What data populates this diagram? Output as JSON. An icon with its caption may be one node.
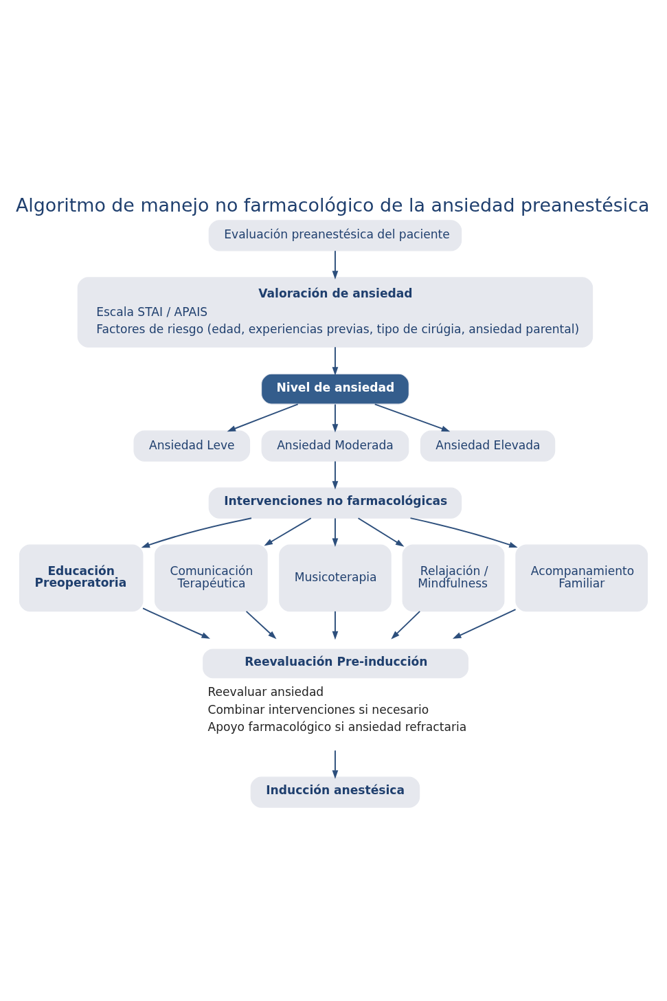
{
  "diagram": {
    "title": "Algoritmo de manejo no farmacológico de la ansiedad preanestésica",
    "nodes": [
      {
        "text": [
          "Evaluación preanestésica del paciente"
        ]
      },
      {
        "text": [
          "Valoración de ansiedad",
          "Escala STAI / APAIS",
          "Factores de riesgo (edad, experiencias previas, tipo de cirúgia, ansiedad parental)"
        ]
      },
      {
        "text": [
          "Nivel de ansiedad"
        ]
      },
      {
        "text": [
          "Ansiedad Leve"
        ]
      },
      {
        "text": [
          "Ansiedad Moderada"
        ]
      },
      {
        "text": [
          "Ansiedad Elevada"
        ]
      },
      {
        "text": [
          "Intervenciones no farmacológicas"
        ]
      },
      {
        "text": [
          "Educación Preoperatoria"
        ]
      },
      {
        "text": [
          "Comunicación Terapéutica"
        ]
      },
      {
        "text": [
          "Musicoterapia"
        ]
      },
      {
        "text": [
          "Relajación / Mindfulness"
        ]
      },
      {
        "text": [
          "Acompanamiento Familiar"
        ]
      },
      {
        "text": [
          "Reevaluación Pre-inducción"
        ],
        "beside": [
          "Reevaluar ansiedad",
          "Combinar intervenciones si necesario",
          "Apoyo farmacológico si ansiedad refractaria"
        ]
      },
      {
        "text": [
          "Inducción anestésica"
        ]
      }
    ],
    "edges": [
      {
        "from": 0,
        "to": 1,
        "arrow": "to"
      },
      {
        "from": 1,
        "to": 2,
        "arrow": "to"
      },
      {
        "from": 2,
        "to": 3,
        "arrow": "to"
      },
      {
        "from": 2,
        "to": 4,
        "arrow": "to"
      },
      {
        "from": 2,
        "to": 5,
        "arrow": "to"
      },
      {
        "from": 4,
        "to": 6,
        "arrow": "to"
      },
      {
        "from": 6,
        "to": 7,
        "arrow": "to"
      },
      {
        "from": 6,
        "to": 8,
        "arrow": "to"
      },
      {
        "from": 6,
        "to": 9,
        "arrow": "to"
      },
      {
        "from": 6,
        "to": 10,
        "arrow": "to"
      },
      {
        "from": 6,
        "to": 11,
        "arrow": "to"
      },
      {
        "from": 7,
        "to": 12,
        "arrow": "to"
      },
      {
        "from": 8,
        "to": 12,
        "arrow": "to"
      },
      {
        "from": 9,
        "to": 12,
        "arrow": "to"
      },
      {
        "from": 10,
        "to": 12,
        "arrow": "to"
      },
      {
        "from": 11,
        "to": 12,
        "arrow": "to"
      },
      {
        "from": 12,
        "to": 13,
        "arrow": "to"
      }
    ]
  }
}
